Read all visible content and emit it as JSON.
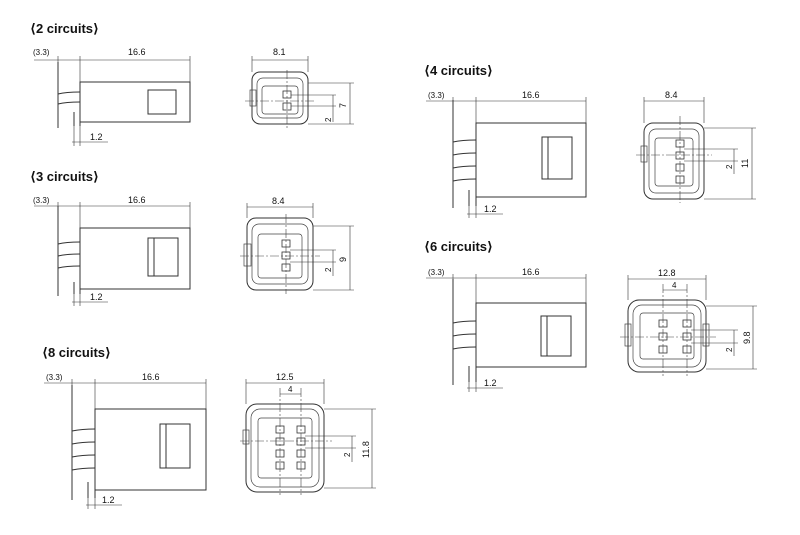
{
  "circuits": [
    {
      "id": "2",
      "title": "⟨2 circuits⟩",
      "ref": "(3.3)",
      "length": "16.6",
      "pitch": "1.2",
      "width": "8.1",
      "height": "7",
      "row_pitch": "2"
    },
    {
      "id": "3",
      "title": "⟨3 circuits⟩",
      "ref": "(3.3)",
      "length": "16.6",
      "pitch": "1.2",
      "width": "8.4",
      "height": "9",
      "row_pitch": "2"
    },
    {
      "id": "8",
      "title": "⟨8 circuits⟩",
      "ref": "(3.3)",
      "length": "16.6",
      "pitch": "1.2",
      "width": "12.5",
      "col_pitch": "4",
      "height": "11.8",
      "row_pitch": "2"
    },
    {
      "id": "4",
      "title": "⟨4 circuits⟩",
      "ref": "(3.3)",
      "length": "16.6",
      "pitch": "1.2",
      "width": "8.4",
      "height": "11",
      "row_pitch": "2"
    },
    {
      "id": "6",
      "title": "⟨6 circuits⟩",
      "ref": "(3.3)",
      "length": "16.6",
      "pitch": "1.2",
      "width": "12.8",
      "col_pitch": "4",
      "height": "9.8",
      "row_pitch": "2"
    }
  ]
}
